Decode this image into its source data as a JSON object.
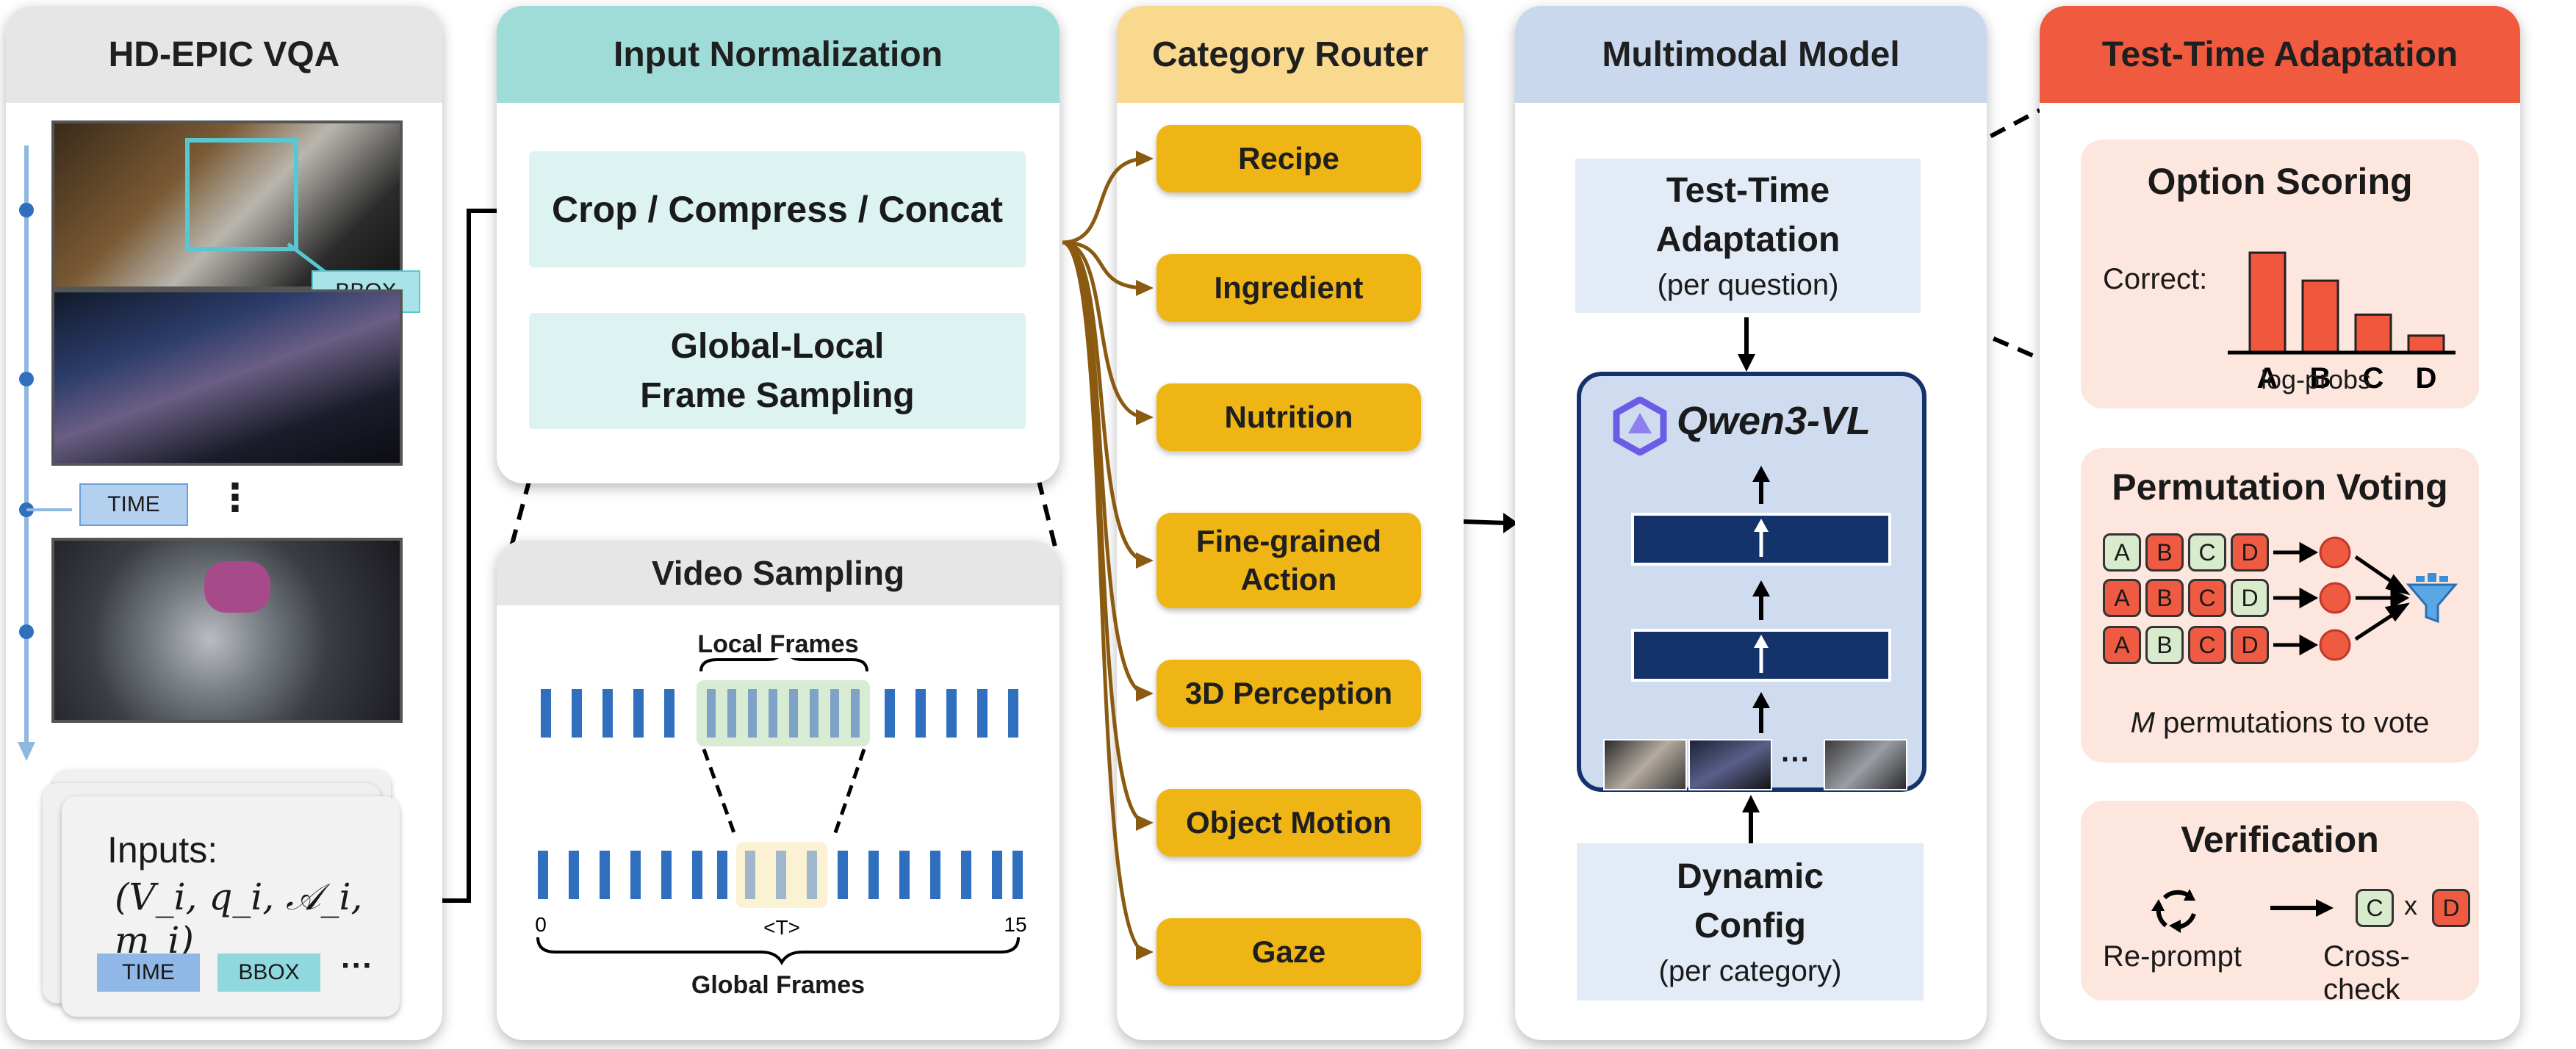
{
  "panels": {
    "vqa": {
      "title": "HD-EPIC VQA",
      "bbox_tag": "BBOX",
      "time_tag": "TIME",
      "ellipsis": "⋮",
      "inputs_label": "Inputs:",
      "inputs_formula": "(V_i, q_i, 𝒜_i, m_i)",
      "chips": [
        "TIME",
        "BBOX",
        "···"
      ]
    },
    "normalization": {
      "title": "Input Normalization",
      "crop": "Crop / Compress / Concat",
      "sampling_line1": "Global-Local",
      "sampling_line2": "Frame Sampling",
      "video_sampling_title": "Video Sampling",
      "local_frames": "Local Frames",
      "global_frames": "Global Frames",
      "tick_start": "0",
      "tick_end": "15",
      "tick_mid": "<T>"
    },
    "router": {
      "title": "Category Router",
      "categories": [
        {
          "line1": "Recipe",
          "line2": ""
        },
        {
          "line1": "Ingredient",
          "line2": ""
        },
        {
          "line1": "Nutrition",
          "line2": ""
        },
        {
          "line1": "Fine-grained",
          "line2": "Action"
        },
        {
          "line1": "3D Perception",
          "line2": ""
        },
        {
          "line1": "Object Motion",
          "line2": ""
        },
        {
          "line1": "Gaze",
          "line2": ""
        }
      ]
    },
    "model": {
      "title": "Multimodal Model",
      "tta_line1": "Test-Time",
      "tta_line2": "Adaptation",
      "tta_line3": "(per question)",
      "model_name": "Qwen3-VL",
      "thumbs_ellipsis": "···",
      "config_line1": "Dynamic",
      "config_line2": "Config",
      "config_line3": "(per category)"
    },
    "tta": {
      "title": "Test-Time Adaptation",
      "option_scoring": {
        "title": "Option Scoring",
        "correct_label": "Correct:",
        "options": [
          "A",
          "B",
          "C",
          "D"
        ],
        "values": [
          1.0,
          0.72,
          0.38,
          0.17
        ],
        "caption": "log-probs"
      },
      "permutation_voting": {
        "title": "Permutation Voting",
        "rows": [
          [
            {
              "l": "A",
              "c": "g"
            },
            {
              "l": "B",
              "c": "r"
            },
            {
              "l": "C",
              "c": "g"
            },
            {
              "l": "D",
              "c": "r"
            }
          ],
          [
            {
              "l": "A",
              "c": "r"
            },
            {
              "l": "B",
              "c": "r"
            },
            {
              "l": "C",
              "c": "r"
            },
            {
              "l": "D",
              "c": "g"
            }
          ],
          [
            {
              "l": "A",
              "c": "r"
            },
            {
              "l": "B",
              "c": "g"
            },
            {
              "l": "C",
              "c": "r"
            },
            {
              "l": "D",
              "c": "r"
            }
          ]
        ],
        "caption_italic": "M",
        "caption_rest": " permutations to vote"
      },
      "verification": {
        "title": "Verification",
        "reprompt": "Re-prompt",
        "crosscheck": "Cross-check",
        "tile_c": "C",
        "times": "x",
        "tile_d": "D"
      }
    }
  },
  "colors": {
    "vqa_header": "#e6e6e6",
    "norm_header": "#9fdcd8",
    "router_header": "#f9d98d",
    "model_header": "#c9d8ed",
    "tta_header": "#f05a3f",
    "category_fill": "#efb514",
    "router_arrow": "#8a5a10",
    "bar_fill": "#f1573d",
    "frame_blue": "#2f6fbe",
    "model_dark": "#14336b"
  }
}
